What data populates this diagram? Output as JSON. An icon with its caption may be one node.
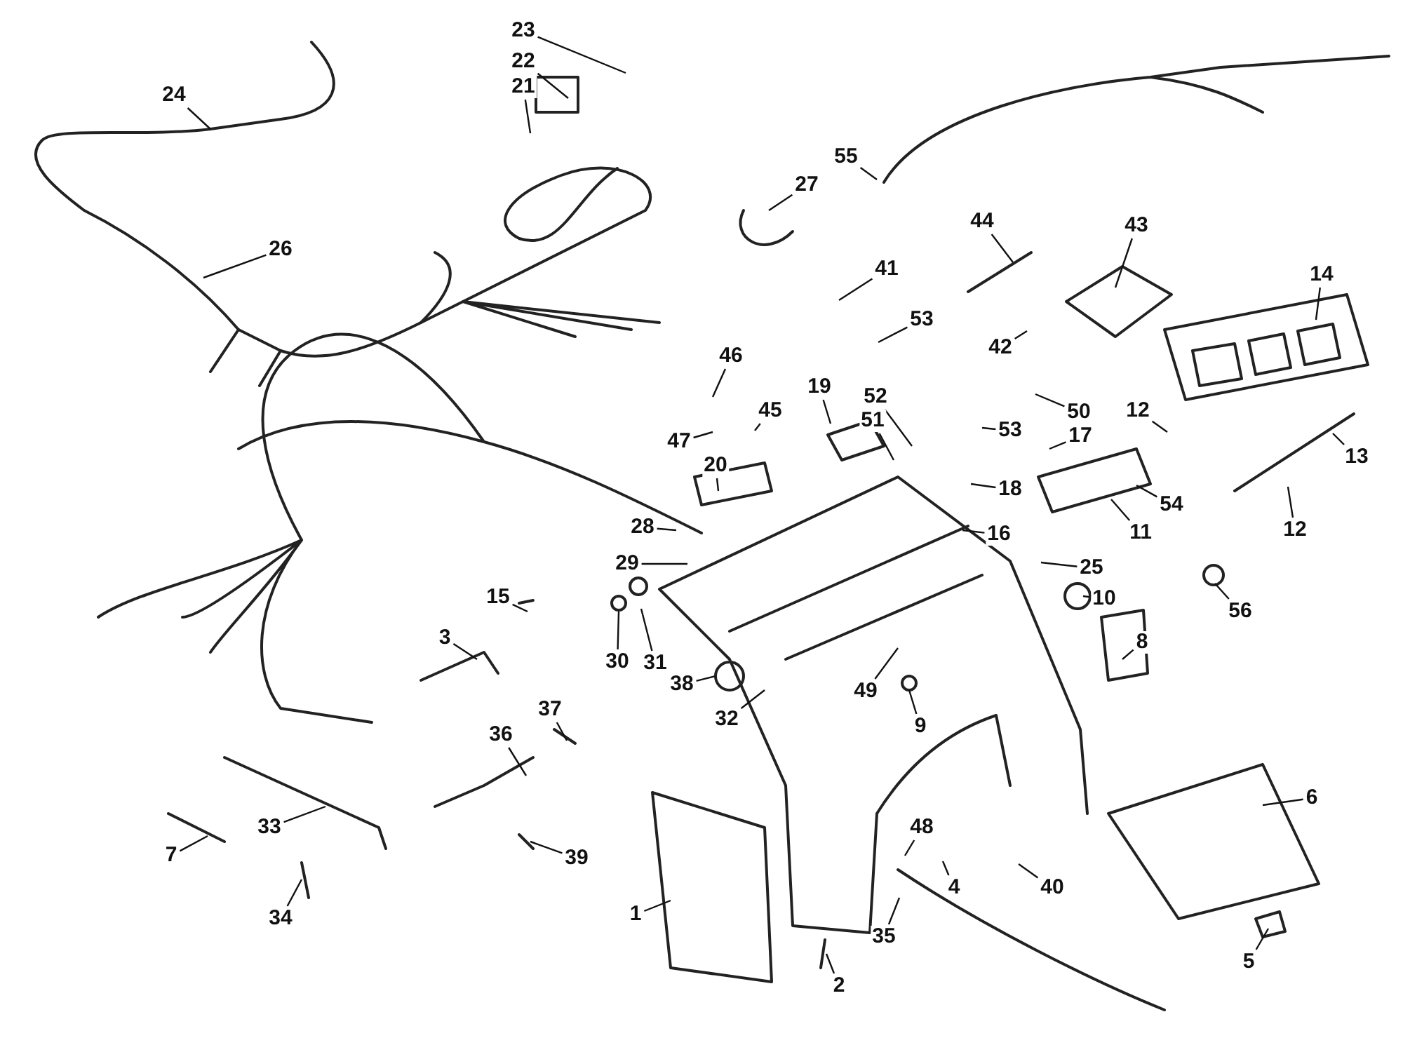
{
  "diagram": {
    "nodes": [
      {
        "text": [
          "24"
        ]
      },
      {
        "text": [
          "23"
        ]
      },
      {
        "text": [
          "22"
        ]
      },
      {
        "text": [
          "21"
        ]
      },
      {
        "text": [
          "55"
        ]
      },
      {
        "text": [
          "27"
        ]
      },
      {
        "text": [
          "26"
        ]
      },
      {
        "text": [
          "44"
        ]
      },
      {
        "text": [
          "43"
        ]
      },
      {
        "text": [
          "41"
        ]
      },
      {
        "text": [
          "53"
        ]
      },
      {
        "text": [
          "42"
        ]
      },
      {
        "text": [
          "14"
        ]
      },
      {
        "text": [
          "46"
        ]
      },
      {
        "text": [
          "45"
        ]
      },
      {
        "text": [
          "52"
        ]
      },
      {
        "text": [
          "51"
        ]
      },
      {
        "text": [
          "50"
        ]
      },
      {
        "text": [
          "19"
        ]
      },
      {
        "text": [
          "53"
        ]
      },
      {
        "text": [
          "17"
        ]
      },
      {
        "text": [
          "12"
        ]
      },
      {
        "text": [
          "13"
        ]
      },
      {
        "text": [
          "47"
        ]
      },
      {
        "text": [
          "20"
        ]
      },
      {
        "text": [
          "18"
        ]
      },
      {
        "text": [
          "54"
        ]
      },
      {
        "text": [
          "12"
        ]
      },
      {
        "text": [
          "11"
        ]
      },
      {
        "text": [
          "16"
        ]
      },
      {
        "text": [
          "28"
        ]
      },
      {
        "text": [
          "29"
        ]
      },
      {
        "text": [
          "25"
        ]
      },
      {
        "text": [
          "10"
        ]
      },
      {
        "text": [
          "56"
        ]
      },
      {
        "text": [
          "15"
        ]
      },
      {
        "text": [
          "8"
        ]
      },
      {
        "text": [
          "3"
        ]
      },
      {
        "text": [
          "30"
        ]
      },
      {
        "text": [
          "31"
        ]
      },
      {
        "text": [
          "38"
        ]
      },
      {
        "text": [
          "49"
        ]
      },
      {
        "text": [
          "9"
        ]
      },
      {
        "text": [
          "32"
        ]
      },
      {
        "text": [
          "37"
        ]
      },
      {
        "text": [
          "36"
        ]
      },
      {
        "text": [
          "33"
        ]
      },
      {
        "text": [
          "39"
        ]
      },
      {
        "text": [
          "7"
        ]
      },
      {
        "text": [
          "6"
        ]
      },
      {
        "text": [
          "48"
        ]
      },
      {
        "text": [
          "4"
        ]
      },
      {
        "text": [
          "40"
        ]
      },
      {
        "text": [
          "34"
        ]
      },
      {
        "text": [
          "1"
        ]
      },
      {
        "text": [
          "35"
        ]
      },
      {
        "text": [
          "5"
        ]
      },
      {
        "text": [
          "2"
        ]
      }
    ],
    "edges": [
      {
        "from": 0,
        "to": null,
        "arrow": "none"
      },
      {
        "from": 1,
        "to": null,
        "arrow": "none"
      },
      {
        "from": 2,
        "to": null,
        "arrow": "none"
      },
      {
        "from": 3,
        "to": null,
        "arrow": "none"
      },
      {
        "from": 4,
        "to": null,
        "arrow": "none"
      },
      {
        "from": 5,
        "to": null,
        "arrow": "none"
      },
      {
        "from": 6,
        "to": null,
        "arrow": "none"
      },
      {
        "from": 7,
        "to": null,
        "arrow": "none"
      },
      {
        "from": 8,
        "to": null,
        "arrow": "none"
      },
      {
        "from": 9,
        "to": null,
        "arrow": "none"
      },
      {
        "from": 10,
        "to": null,
        "arrow": "none"
      },
      {
        "from": 11,
        "to": null,
        "arrow": "none"
      },
      {
        "from": 12,
        "to": null,
        "arrow": "none"
      },
      {
        "from": 13,
        "to": null,
        "arrow": "none"
      },
      {
        "from": 14,
        "to": null,
        "arrow": "none"
      },
      {
        "from": 15,
        "to": null,
        "arrow": "none"
      },
      {
        "from": 16,
        "to": null,
        "arrow": "none"
      },
      {
        "from": 17,
        "to": null,
        "arrow": "none"
      },
      {
        "from": 18,
        "to": null,
        "arrow": "none"
      },
      {
        "from": 19,
        "to": null,
        "arrow": "none"
      },
      {
        "from": 20,
        "to": null,
        "arrow": "none"
      },
      {
        "from": 21,
        "to": null,
        "arrow": "none"
      },
      {
        "from": 22,
        "to": null,
        "arrow": "none"
      },
      {
        "from": 23,
        "to": null,
        "arrow": "none"
      },
      {
        "from": 24,
        "to": null,
        "arrow": "none"
      },
      {
        "from": 25,
        "to": null,
        "arrow": "none"
      },
      {
        "from": 26,
        "to": null,
        "arrow": "none"
      },
      {
        "from": 27,
        "to": null,
        "arrow": "none"
      },
      {
        "from": 28,
        "to": null,
        "arrow": "none"
      },
      {
        "from": 29,
        "to": null,
        "arrow": "none"
      },
      {
        "from": 30,
        "to": null,
        "arrow": "none"
      },
      {
        "from": 31,
        "to": null,
        "arrow": "none"
      },
      {
        "from": 32,
        "to": null,
        "arrow": "none"
      },
      {
        "from": 33,
        "to": null,
        "arrow": "none"
      },
      {
        "from": 34,
        "to": null,
        "arrow": "none"
      },
      {
        "from": 35,
        "to": null,
        "arrow": "none"
      },
      {
        "from": 36,
        "to": null,
        "arrow": "none"
      },
      {
        "from": 37,
        "to": null,
        "arrow": "none"
      },
      {
        "from": 38,
        "to": null,
        "arrow": "none"
      },
      {
        "from": 39,
        "to": null,
        "arrow": "none"
      },
      {
        "from": 40,
        "to": null,
        "arrow": "none"
      },
      {
        "from": 41,
        "to": null,
        "arrow": "none"
      },
      {
        "from": 42,
        "to": null,
        "arrow": "none"
      },
      {
        "from": 43,
        "to": null,
        "arrow": "none"
      },
      {
        "from": 44,
        "to": null,
        "arrow": "none"
      },
      {
        "from": 45,
        "to": null,
        "arrow": "none"
      },
      {
        "from": 46,
        "to": null,
        "arrow": "none"
      },
      {
        "from": 47,
        "to": null,
        "arrow": "none"
      },
      {
        "from": 48,
        "to": null,
        "arrow": "none"
      },
      {
        "from": 49,
        "to": null,
        "arrow": "none"
      },
      {
        "from": 50,
        "to": null,
        "arrow": "none"
      },
      {
        "from": 51,
        "to": null,
        "arrow": "none"
      },
      {
        "from": 52,
        "to": null,
        "arrow": "none"
      },
      {
        "from": 53,
        "to": null,
        "arrow": "none"
      },
      {
        "from": 54,
        "to": null,
        "arrow": "none"
      },
      {
        "from": 55,
        "to": null,
        "arrow": "none"
      },
      {
        "from": 56,
        "to": null,
        "arrow": "none"
      },
      {
        "from": 57,
        "to": null,
        "arrow": "none"
      }
    ]
  }
}
